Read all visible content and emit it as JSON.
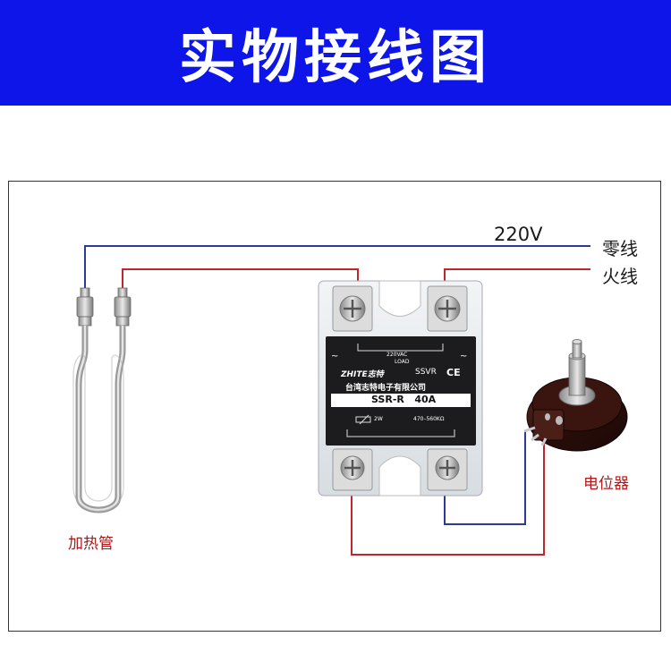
{
  "header": {
    "title": "实物接线图"
  },
  "labels": {
    "voltage": "220V",
    "neutral": "零线",
    "live": "火线",
    "heater": "加热管",
    "potentiometer": "电位器"
  },
  "ssr": {
    "load_voltage": "220VAC",
    "load_label": "LOAD",
    "brand": "ZHITE志特",
    "series": "SSVR",
    "ce": "CE",
    "company": "台湾志特电子有限公司",
    "model": "SSR-R   40A",
    "power": "2W",
    "resistance": "470–560KΩ",
    "tilde_left": "~",
    "tilde_right": "~"
  },
  "colors": {
    "banner": "#0d15e8",
    "neutral_wire": "#2a3a9a",
    "live_wire": "#c0262a",
    "ssr_body": "#1c1c1e",
    "label_red": "#b01818"
  }
}
